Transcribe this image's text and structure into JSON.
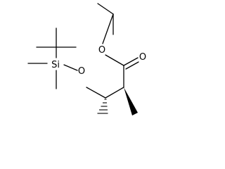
{
  "molecule": {
    "atoms": {
      "ester_oxygen": "O",
      "carbonyl_oxygen": "O",
      "ether_oxygen": "O",
      "silicon": "Si"
    },
    "bond_color": "#000000"
  }
}
